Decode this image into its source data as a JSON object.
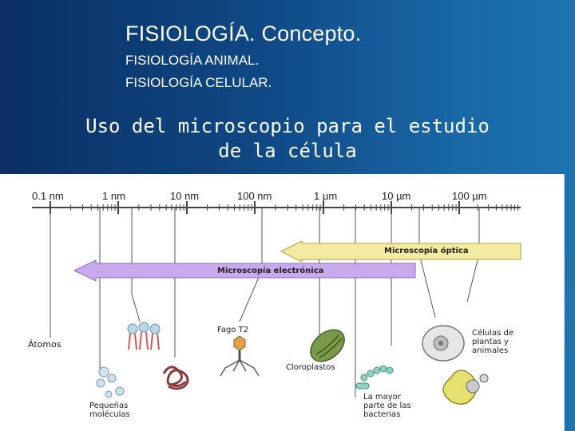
{
  "slide": {
    "title": "FISIOLOGÍA. Concepto.",
    "subtitles": [
      "FISIOLOGÍA ANIMAL.",
      "FISIOLOGÍA CELULAR."
    ],
    "heading_lines": [
      "Uso del microscopio para el estudio",
      "de la célula"
    ]
  },
  "figure": {
    "scale_labels": [
      "0.1 nm",
      "1 nm",
      "10 nm",
      "100 nm",
      "1 µm",
      "10 µm",
      "100 µm"
    ],
    "optical_label": "Microscopía óptica",
    "electron_label": "Microscopía electrónica",
    "item_labels": {
      "atoms": "Átomos",
      "small_molecules": [
        "Pequeñas",
        "moléculas"
      ],
      "phage": "Fago T2",
      "chloroplasts": "Cloroplastos",
      "bacteria": [
        "La mayor",
        "parte de las",
        "bacterias"
      ],
      "cells": [
        "Células de",
        "plantas y",
        "animales"
      ]
    },
    "colors": {
      "optical_bar": "#f3eba0",
      "electron_bar": "#c9a8ee",
      "slide_background": "#0f4884"
    }
  }
}
